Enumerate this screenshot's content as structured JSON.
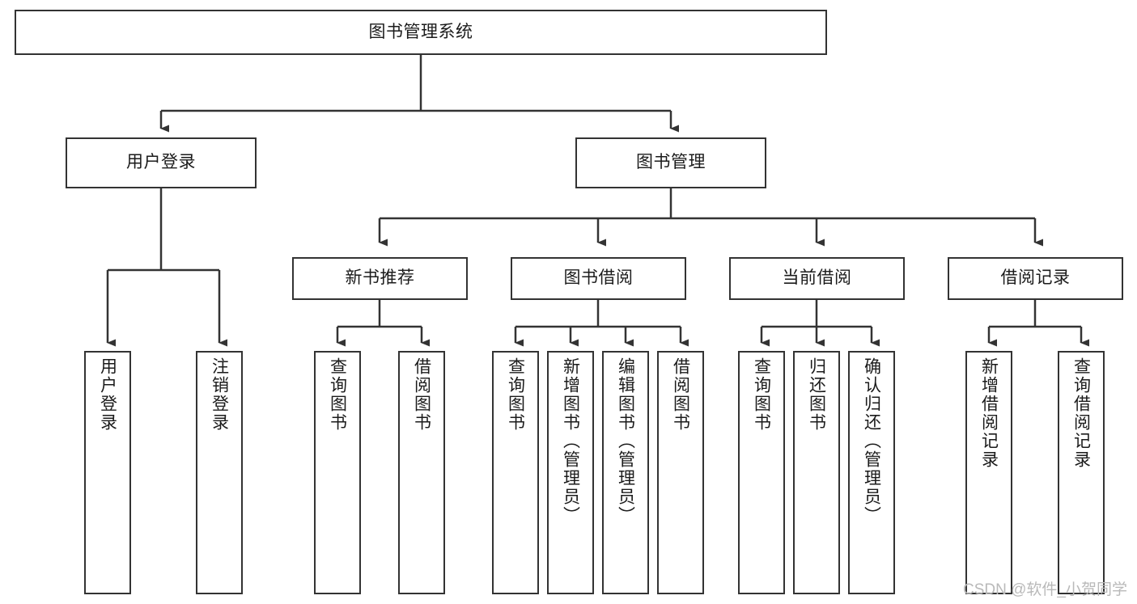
{
  "diagram": {
    "title": "图书管理系统",
    "type": "tree-hierarchy-chart",
    "orientation": "top-down",
    "colors": {
      "box_border": "#333333",
      "box_fill": "#ffffff",
      "connector": "#333333",
      "text": "#1b1b1b",
      "watermark": "#b9b9b9",
      "background": "#ffffff"
    }
  },
  "root": {
    "id": "root",
    "label": "图书管理系统"
  },
  "level2": [
    {
      "id": "user-login",
      "label": "用户登录"
    },
    {
      "id": "book-management",
      "label": "图书管理"
    }
  ],
  "level3": [
    {
      "id": "new-book-recommend",
      "label": "新书推荐",
      "parent": "book-management"
    },
    {
      "id": "book-borrow",
      "label": "图书借阅",
      "parent": "book-management"
    },
    {
      "id": "current-borrow",
      "label": "当前借阅",
      "parent": "book-management"
    },
    {
      "id": "borrow-record",
      "label": "借阅记录",
      "parent": "book-management"
    }
  ],
  "leaves": {
    "user_login": [
      {
        "id": "leaf-user-login",
        "label": "用户登录"
      },
      {
        "id": "leaf-logout-login",
        "label": "注销登录"
      }
    ],
    "new_book_recommend": [
      {
        "id": "leaf-query-book-1",
        "label": "查询图书"
      },
      {
        "id": "leaf-borrow-book-1",
        "label": "借阅图书"
      }
    ],
    "book_borrow": [
      {
        "id": "leaf-query-book-2",
        "label": "查询图书"
      },
      {
        "id": "leaf-add-book",
        "label": "新增图书（管理员）"
      },
      {
        "id": "leaf-edit-book",
        "label": "编辑图书（管理员）"
      },
      {
        "id": "leaf-borrow-book-2",
        "label": "借阅图书"
      }
    ],
    "current_borrow": [
      {
        "id": "leaf-query-book-3",
        "label": "查询图书"
      },
      {
        "id": "leaf-return-book",
        "label": "归还图书"
      },
      {
        "id": "leaf-confirm-return",
        "label": "确认归还（管理员）"
      }
    ],
    "borrow_record": [
      {
        "id": "leaf-add-record",
        "label": "新增借阅记录"
      },
      {
        "id": "leaf-query-record",
        "label": "查询借阅记录"
      }
    ]
  },
  "watermark": {
    "text": "CSDN @软件_小贺同学"
  }
}
